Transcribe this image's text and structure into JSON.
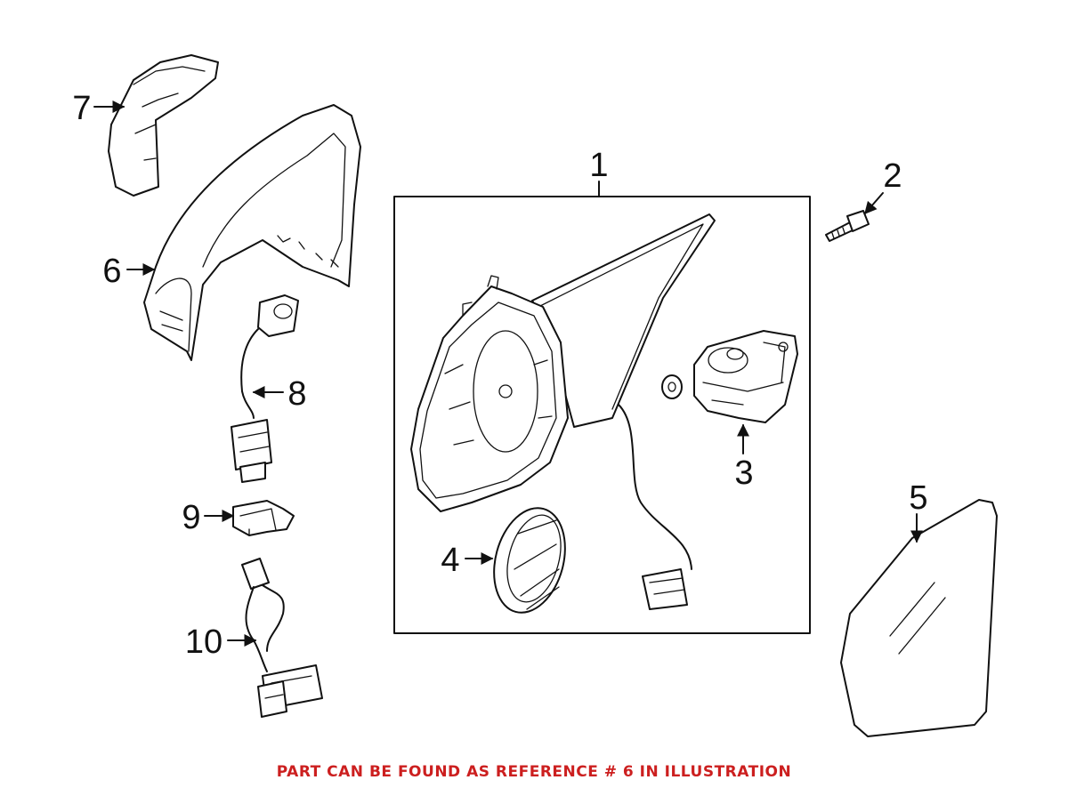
{
  "callouts": [
    "1",
    "2",
    "3",
    "4",
    "5",
    "6",
    "7",
    "8",
    "9",
    "10"
  ],
  "footer": {
    "text": "PART CAN BE FOUND AS REFERENCE # 6 IN ILLUSTRATION",
    "color": "#cc1f1f"
  },
  "colors": {
    "line": "#111111",
    "background": "#ffffff"
  }
}
